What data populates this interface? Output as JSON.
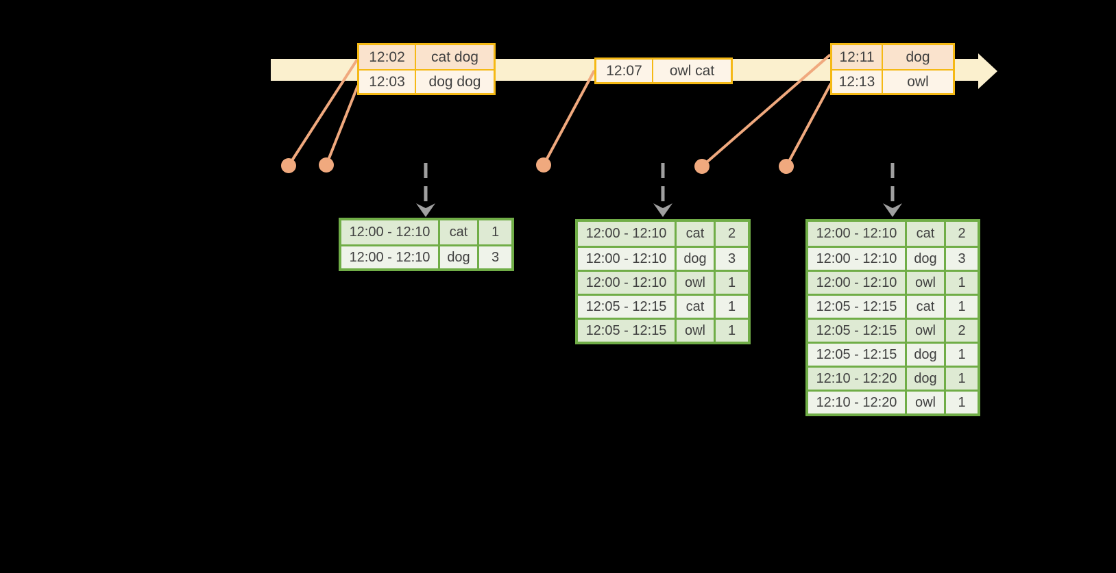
{
  "colors": {
    "background": "#000000",
    "timeline_band": "#FBF0CE",
    "event_border": "#F5B915",
    "event_row_dark": "#FAE3CD",
    "event_row_light": "#FDF4E8",
    "connector": "#F0A97E",
    "result_border": "#70AD47",
    "result_row_dark": "#DEEAD3",
    "result_row_light": "#EFF3EA",
    "trigger_arrow": "#A0A0A0",
    "text": "#404040"
  },
  "icons": {
    "timeline_arrowhead": "right-arrow",
    "event_dot": "circle-marker",
    "trigger_arrow": "dashed-down-arrow"
  },
  "event_tables": [
    {
      "rows": [
        [
          "12:02",
          "cat dog"
        ],
        [
          "12:03",
          "dog dog"
        ]
      ]
    },
    {
      "rows": [
        [
          "12:07",
          "owl cat"
        ]
      ]
    },
    {
      "rows": [
        [
          "12:11",
          "dog"
        ],
        [
          "12:13",
          "owl"
        ]
      ]
    }
  ],
  "result_tables": [
    {
      "rows": [
        [
          "12:00 - 12:10",
          "cat",
          "1"
        ],
        [
          "12:00 - 12:10",
          "dog",
          "3"
        ]
      ]
    },
    {
      "rows": [
        [
          "12:00 - 12:10",
          "cat",
          "2"
        ],
        [
          "12:00 - 12:10",
          "dog",
          "3"
        ],
        [
          "12:00 - 12:10",
          "owl",
          "1"
        ],
        [
          "12:05 - 12:15",
          "cat",
          "1"
        ],
        [
          "12:05 - 12:15",
          "owl",
          "1"
        ]
      ]
    },
    {
      "rows": [
        [
          "12:00 - 12:10",
          "cat",
          "2"
        ],
        [
          "12:00 - 12:10",
          "dog",
          "3"
        ],
        [
          "12:00 - 12:10",
          "owl",
          "1"
        ],
        [
          "12:05 - 12:15",
          "cat",
          "1"
        ],
        [
          "12:05 - 12:15",
          "owl",
          "2"
        ],
        [
          "12:05 - 12:15",
          "dog",
          "1"
        ],
        [
          "12:10 - 12:20",
          "dog",
          "1"
        ],
        [
          "12:10 - 12:20",
          "owl",
          "1"
        ]
      ]
    }
  ]
}
